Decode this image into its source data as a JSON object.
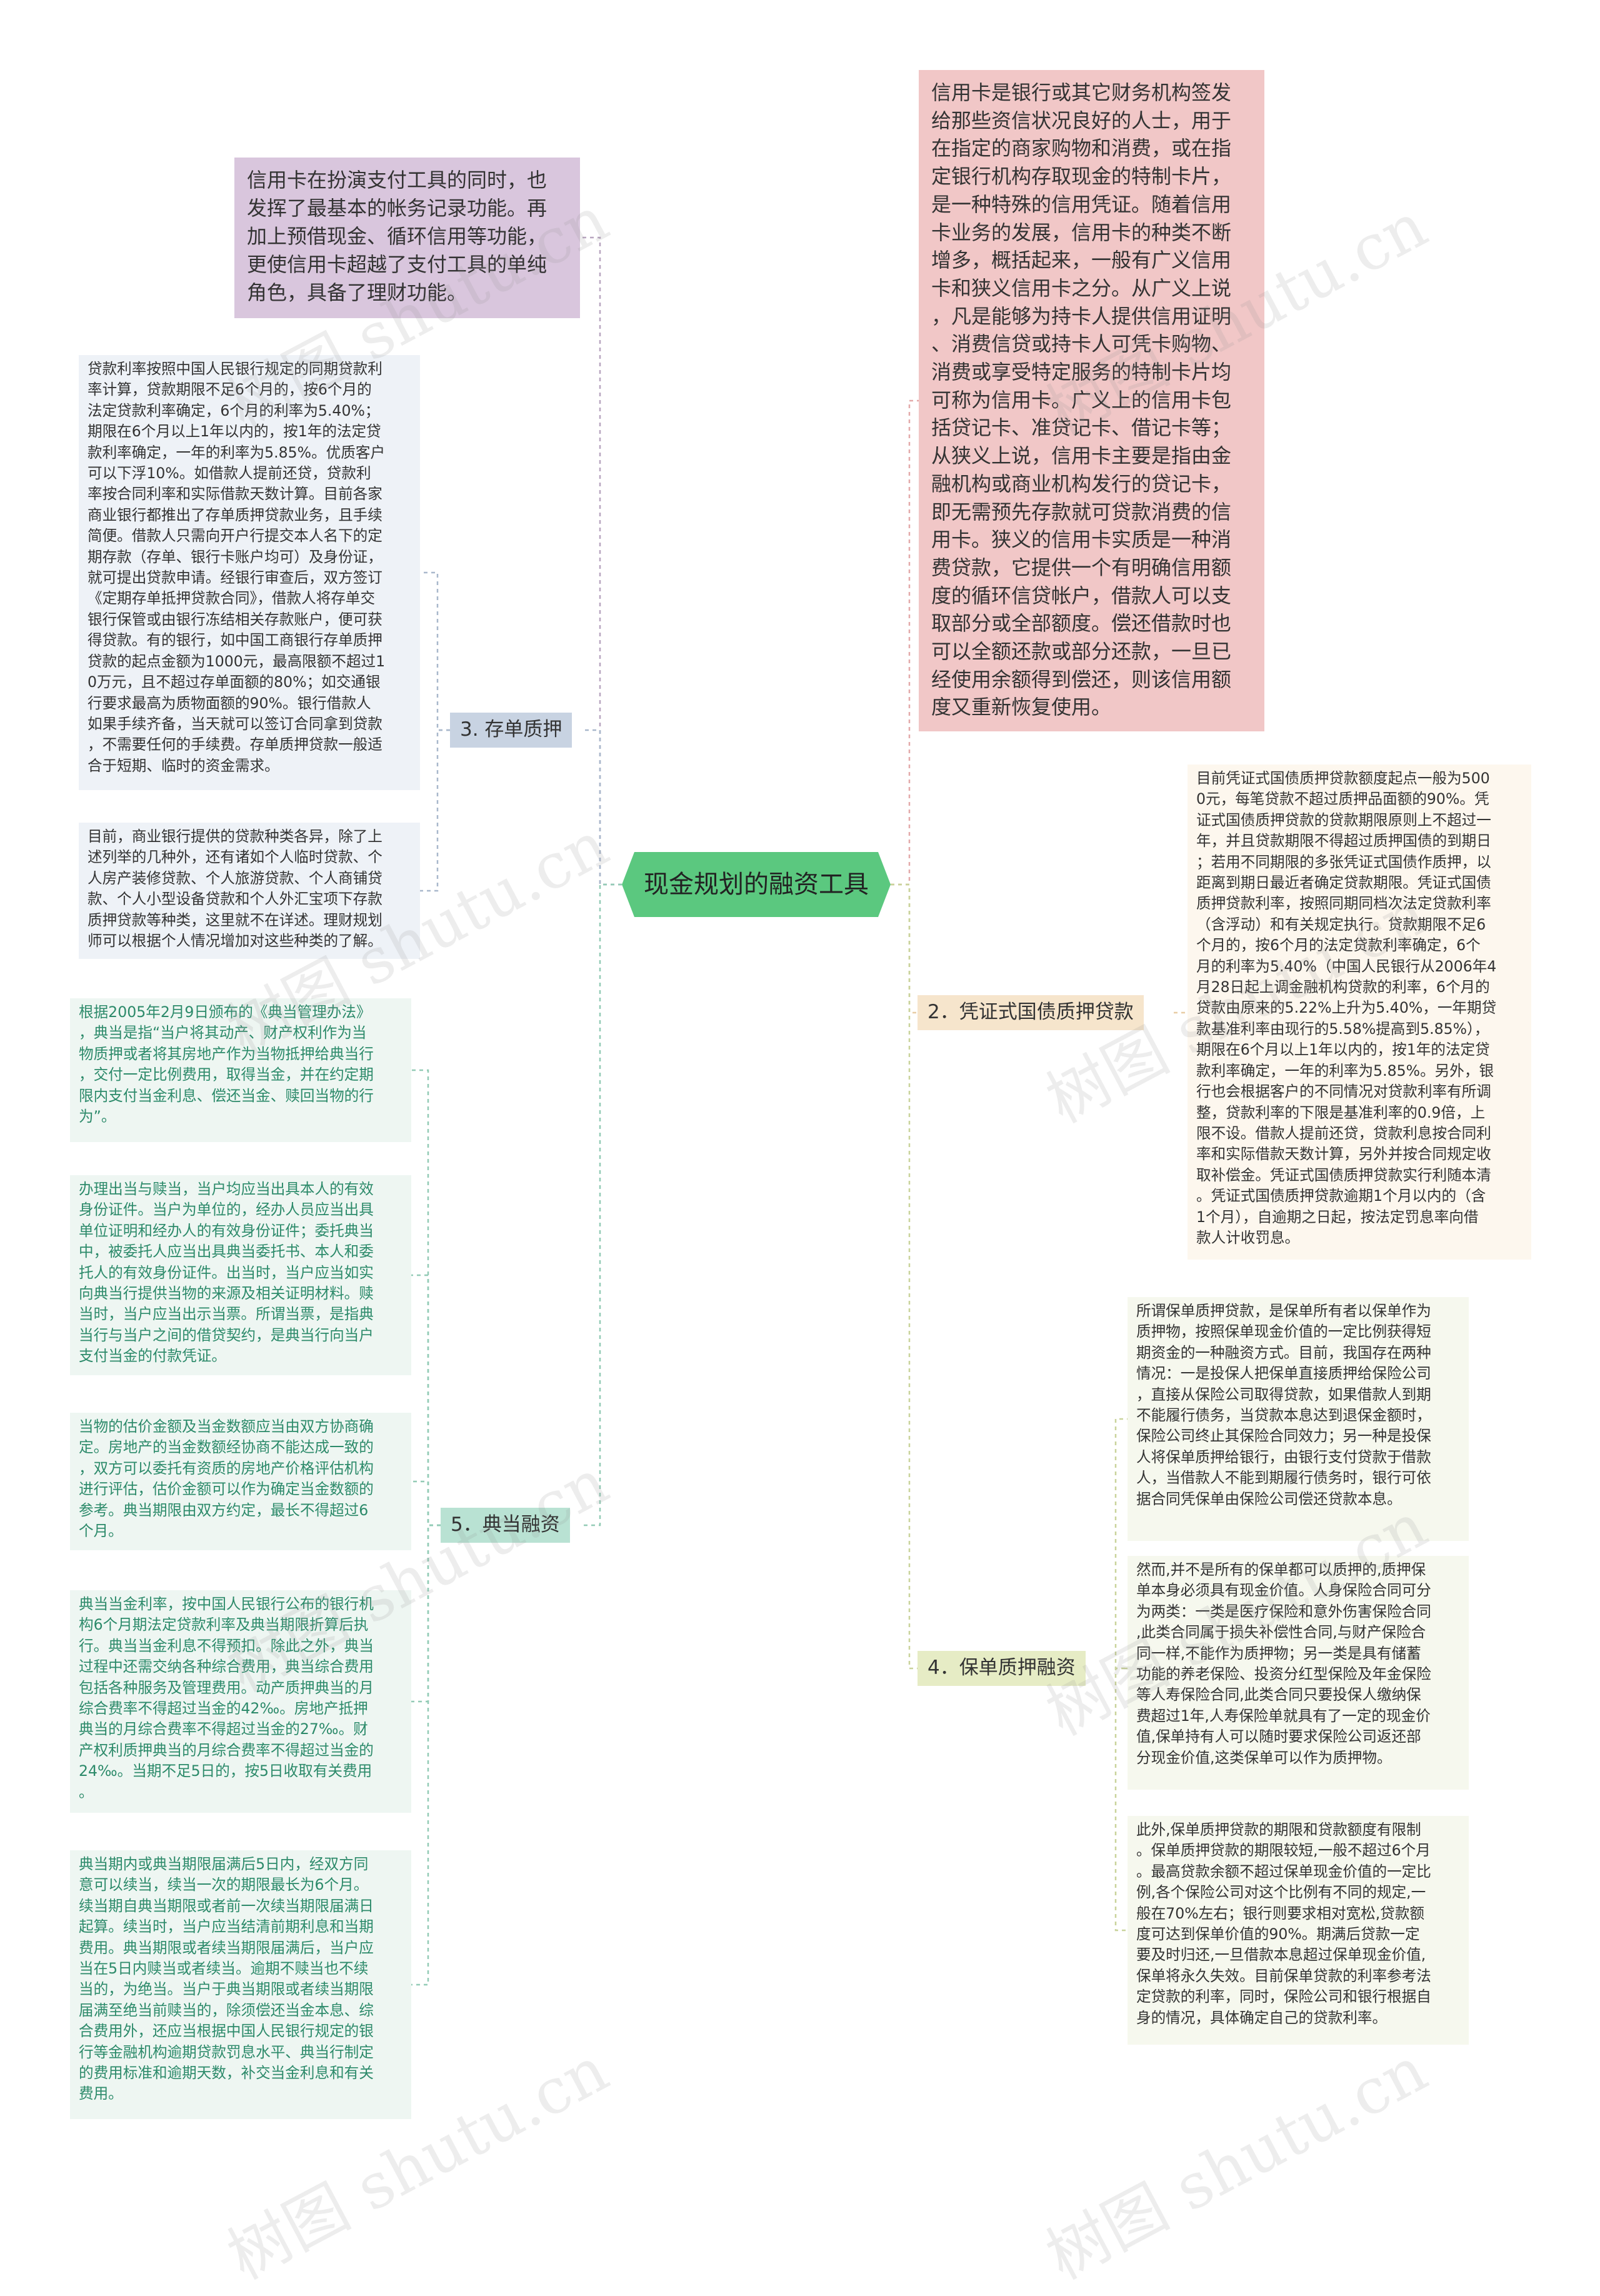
{
  "center": {
    "title": "现金规划的融资工具"
  },
  "branches": {
    "credit_intro": "信用卡在扮演支付工具的同时，也\n发挥了最基本的帐务记录功能。再\n加上预借现金、循环信用等功能，\n更使信用卡超越了支付工具的单纯\n角色，具备了理财功能。",
    "credit_def": "信用卡是银行或其它财务机构签发\n给那些资信状况良好的人士，用于\n在指定的商家购物和消费，或在指\n定银行机构存取现金的特制卡片，\n是一种特殊的信用凭证。随着信用\n卡业务的发展，信用卡的种类不断\n增多，概括起来，一般有广义信用\n卡和狭义信用卡之分。从广义上说\n，凡是能够为持卡人提供信用证明\n、消费信贷或持卡人可凭卡购物、\n消费或享受特定服务的特制卡片均\n可称为信用卡。广义上的信用卡包\n括贷记卡、准贷记卡、借记卡等；\n从狭义上说，信用卡主要是指由金\n融机构或商业机构发行的贷记卡，\n即无需预先存款就可贷款消费的信\n用卡。狭义的信用卡实质是一种消\n费贷款，它提供一个有明确信用额\n度的循环信贷帐户，借款人可以支\n取部分或全部额度。偿还借款时也\n可以全额还款或部分还款，一旦已\n经使用余额得到偿还，则该信用额\n度又重新恢复使用。",
    "deposit": {
      "label": "3. 存单质押",
      "leaf1": "贷款利率按照中国人民银行规定的同期贷款利\n率计算，贷款期限不足6个月的，按6个月的\n法定贷款利率确定，6个月的利率为5.40%；\n期限在6个月以上1年以内的，按1年的法定贷\n款利率确定，一年的利率为5.85%。优质客户\n可以下浮10%。如借款人提前还贷，贷款利\n率按合同利率和实际借款天数计算。目前各家\n商业银行都推出了存单质押贷款业务，且手续\n简便。借款人只需向开户行提交本人名下的定\n期存款（存单、银行卡账户均可）及身份证，\n就可提出贷款申请。经银行审查后，双方签订\n《定期存单抵押贷款合同》，借款人将存单交\n银行保管或由银行冻结相关存款账户，便可获\n得贷款。有的银行，如中国工商银行存单质押\n贷款的起点金额为1000元，最高限额不超过1\n0万元，且不超过存单面额的80%；如交通银\n行要求最高为质物面额的90%。银行借款人\n如果手续齐备，当天就可以签订合同拿到贷款\n，不需要任何的手续费。存单质押贷款一般适\n合于短期、临时的资金需求。",
      "leaf2": "目前，商业银行提供的贷款种类各异，除了上\n述列举的几种外，还有诸如个人临时贷款、个\n人房产装修贷款、个人旅游贷款、个人商铺贷\n款、个人小型设备贷款和个人外汇宝项下存款\n质押贷款等种类，这里就不在详述。理财规划\n师可以根据个人情况增加对这些种类的了解。"
    },
    "pawn": {
      "label": "5．典当融资",
      "leaf1": "根据2005年2月9日颁布的《典当管理办法》\n，典当是指“当户将其动产、财产权利作为当\n物质押或者将其房地产作为当物抵押给典当行\n，交付一定比例费用，取得当金，并在约定期\n限内支付当金利息、偿还当金、赎回当物的行\n为”。",
      "leaf2": "办理出当与赎当，当户均应当出具本人的有效\n身份证件。当户为单位的，经办人员应当出具\n单位证明和经办人的有效身份证件；委托典当\n中，被委托人应当出具典当委托书、本人和委\n托人的有效身份证件。出当时，当户应当如实\n向典当行提供当物的来源及相关证明材料。赎\n当时，当户应当出示当票。所谓当票，是指典\n当行与当户之间的借贷契约，是典当行向当户\n支付当金的付款凭证。",
      "leaf3": "当物的估价金额及当金数额应当由双方协商确\n定。房地产的当金数额经协商不能达成一致的\n，双方可以委托有资质的房地产价格评估机构\n进行评估，估价金额可以作为确定当金数额的\n参考。典当期限由双方约定，最长不得超过6\n个月。",
      "leaf4": "典当当金利率，按中国人民银行公布的银行机\n构6个月期法定贷款利率及典当期限折算后执\n行。典当当金利息不得预扣。除此之外，典当\n过程中还需交纳各种综合费用，典当综合费用\n包括各种服务及管理费用。动产质押典当的月\n综合费率不得超过当金的42‰。房地产抵押\n典当的月综合费率不得超过当金的27‰。财\n产权利质押典当的月综合费率不得超过当金的\n24‰。当期不足5日的，按5日收取有关费用\n。",
      "leaf5": "典当期内或典当期限届满后5日内，经双方同\n意可以续当，续当一次的期限最长为6个月。\n续当期自典当期限或者前一次续当期限届满日\n起算。续当时，当户应当结清前期利息和当期\n费用。典当期限或者续当期限届满后，当户应\n当在5日内赎当或者续当。逾期不赎当也不续\n当的，为绝当。当户于典当期限或者续当期限\n届满至绝当前赎当的，除须偿还当金本息、综\n合费用外，还应当根据中国人民银行规定的银\n行等金融机构逾期贷款罚息水平、典当行制定\n的费用标准和逾期天数，补交当金利息和有关\n费用。"
    },
    "bond": {
      "label": "2．凭证式国债质押贷款",
      "leaf1": "目前凭证式国债质押贷款额度起点一般为500\n0元，每笔贷款不超过质押品面额的90%。凭\n证式国债质押贷款的贷款期限原则上不超过一\n年，并且贷款期限不得超过质押国债的到期日\n；若用不同期限的多张凭证式国债作质押，以\n距离到期日最近者确定贷款期限。凭证式国债\n质押贷款利率，按照同期同档次法定贷款利率\n（含浮动）和有关规定执行。贷款期限不足6\n个月的，按6个月的法定贷款利率确定，6个\n月的利率为5.40%（中国人民银行从2006年4\n月28日起上调金融机构贷款的利率，6个月的\n贷款由原来的5.22%上升为5.40%，一年期贷\n款基准利率由现行的5.58%提高到5.85%），\n期限在6个月以上1年以内的，按1年的法定贷\n款利率确定，一年的利率为5.85%。另外，银\n行也会根据客户的不同情况对贷款利率有所调\n整，贷款利率的下限是基准利率的0.9倍，上\n限不设。借款人提前还贷，贷款利息按合同利\n率和实际借款天数计算，另外并按合同规定收\n取补偿金。凭证式国债质押贷款实行利随本清\n。凭证式国债质押贷款逾期1个月以内的（含\n1个月），自逾期之日起，按法定罚息率向借\n款人计收罚息。"
    },
    "insurance": {
      "label": "4．保单质押融资",
      "leaf1": "所谓保单质押贷款，是保单所有者以保单作为\n质押物，按照保单现金价值的一定比例获得短\n期资金的一种融资方式。目前，我国存在两种\n情况：一是投保人把保单直接质押给保险公司\n，直接从保险公司取得贷款，如果借款人到期\n不能履行债务，当贷款本息达到退保金额时，\n保险公司终止其保险合同效力；另一种是投保\n人将保单质押给银行，由银行支付贷款于借款\n人，当借款人不能到期履行债务时，银行可依\n据合同凭保单由保险公司偿还贷款本息。",
      "leaf2": "然而,并不是所有的保单都可以质押的,质押保\n单本身必须具有现金价值。人身保险合同可分\n为两类：一类是医疗保险和意外伤害保险合同\n,此类合同属于损失补偿性合同,与财产保险合\n同一样,不能作为质押物；另一类是具有储蓄\n功能的养老保险、投资分红型保险及年金保险\n等人寿保险合同,此类合同只要投保人缴纳保\n费超过1年,人寿保险单就具有了一定的现金价\n值,保单持有人可以随时要求保险公司返还部\n分现金价值,这类保单可以作为质押物。",
      "leaf3": "此外,保单质押贷款的期限和贷款额度有限制\n。保单质押贷款的期限较短,一般不超过6个月\n。最高贷款余额不超过保单现金价值的一定比\n例,各个保险公司对这个比例有不同的规定,一\n般在70%左右；银行则要求相对宽松,贷款额\n度可达到保单价值的90%。期满后贷款一定\n要及时归还,一旦借款本息超过保单现金价值,\n保单将永久失效。目前保单贷款的利率参考法\n定贷款的利率，同时，保险公司和银行根据自\n身的情况，具体确定自己的贷款利率。"
    }
  },
  "watermark": "树图 shutu.cn",
  "colors": {
    "center": "#5bc87f",
    "credit_intro": "#d9c6dd",
    "credit_def": "#f1c7c7",
    "deposit": "#c8d3e2",
    "pawn": "#b9e2d3",
    "bond": "#f6e5cc",
    "insurance": "#e6ecc5"
  }
}
